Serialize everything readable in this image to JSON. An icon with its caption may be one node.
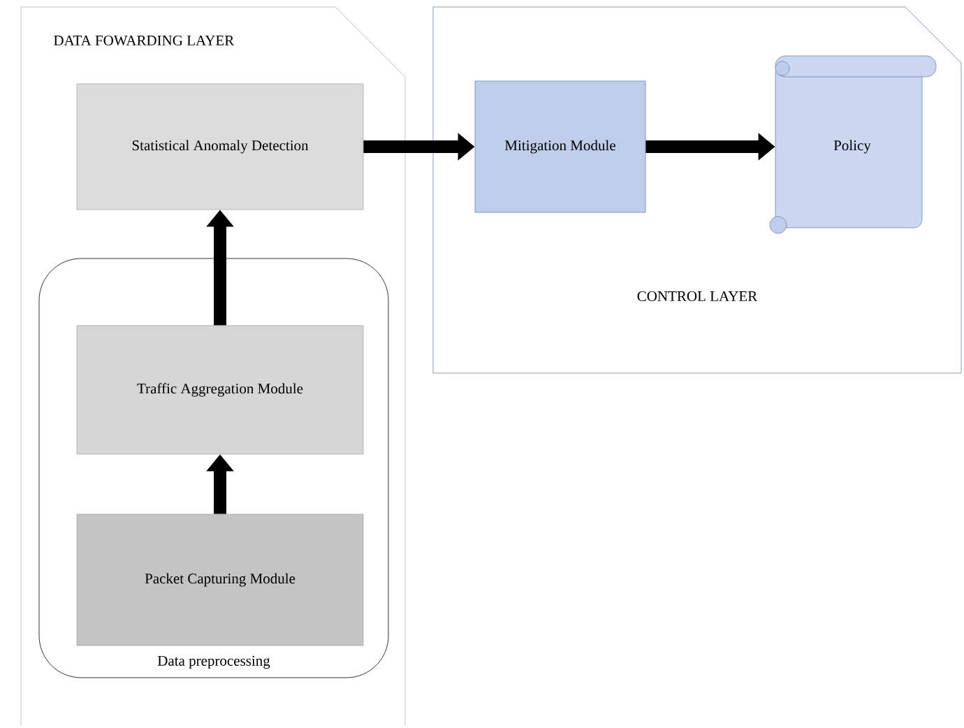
{
  "diagram": {
    "nodes": [
      {
        "text": [
          "DATA FOWARDING LAYER"
        ]
      },
      {
        "text": [
          "Statistical Anomaly Detection"
        ],
        "in": 0
      },
      {
        "text": [
          "Data preprocessing"
        ],
        "in": 0
      },
      {
        "text": [
          "Traffic Aggregation Module"
        ],
        "in": 2
      },
      {
        "text": [
          "Packet Capturing Module"
        ],
        "in": 2
      },
      {
        "text": [
          "CONTROL LAYER"
        ]
      },
      {
        "text": [
          "Mitigation Module"
        ],
        "in": 5
      },
      {
        "text": [
          "Policy"
        ],
        "in": 5
      }
    ],
    "edges": [
      {
        "from": 4,
        "to": 3,
        "arrow": "to"
      },
      {
        "from": 3,
        "to": 1,
        "arrow": "to"
      },
      {
        "from": 1,
        "to": 6,
        "arrow": "to"
      },
      {
        "from": 6,
        "to": 7,
        "arrow": "to"
      }
    ]
  }
}
